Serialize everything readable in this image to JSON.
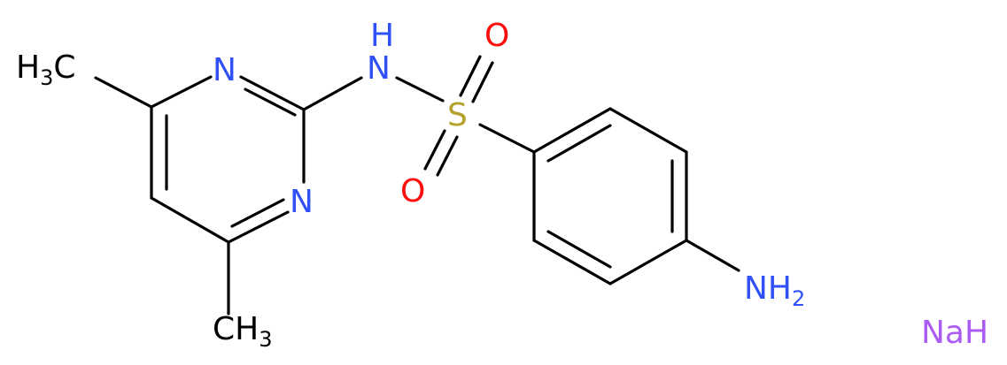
{
  "molecule": {
    "labels": {
      "methyl_top": {
        "main": "H",
        "sub": "3",
        "tail": "C"
      },
      "methyl_bottom": {
        "main": "CH",
        "sub": "3"
      },
      "ring_n_top": "N",
      "ring_n_bottom": "N",
      "nh": {
        "n": "N",
        "h": "H"
      },
      "sulfur": "S",
      "oxygen_top": "O",
      "oxygen_bottom": "O",
      "amine": {
        "main": "NH",
        "sub": "2"
      },
      "counterion": "NaH"
    },
    "colors": {
      "bond": "#000000",
      "carbon": "#000000",
      "nitrogen": "#3050F8",
      "oxygen": "#FF0D0D",
      "sulfur": "#B5A22C",
      "sodium": "#AB5CF2"
    }
  }
}
